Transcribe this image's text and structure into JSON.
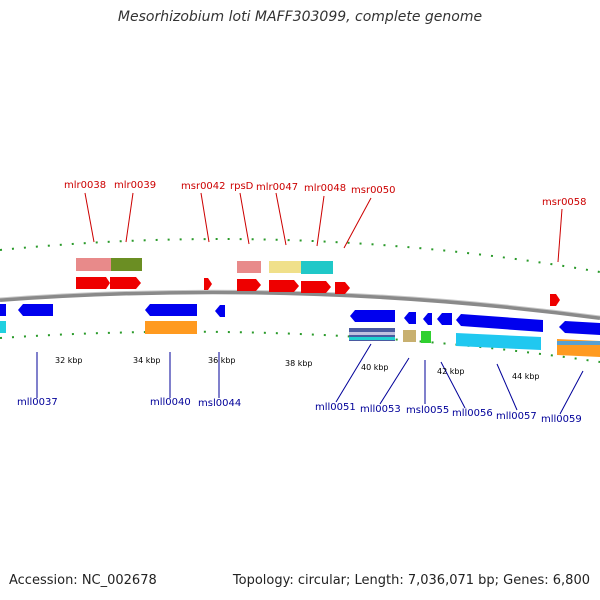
{
  "title": "Mesorhizobium loti MAFF303099, complete genome",
  "footer": {
    "accession": "Accession: NC_002678",
    "topology": "Topology: circular; Length: 7,036,071 bp; Genes: 6,800"
  },
  "scale_labels": [
    "32 kbp",
    "34 kbp",
    "36 kbp",
    "38 kbp",
    "40 kbp",
    "42 kbp",
    "44 kbp"
  ],
  "top_genes": [
    "mlr0038",
    "mlr0039",
    "msr0042",
    "rpsD",
    "mlr0047",
    "mlr0048",
    "msr0050",
    "msr0058"
  ],
  "bottom_genes": [
    "mll0037",
    "mll0040",
    "msl0044",
    "mll0051",
    "mll0053",
    "msl0055",
    "mll0056",
    "mll0057",
    "mll0059"
  ],
  "colors": {
    "forward_gene": "#ff0000",
    "reverse_gene": "#0000ff",
    "forward_label": "#cc0000",
    "reverse_label": "#000099",
    "backbone": "#888888",
    "ticks": "#228B22"
  }
}
